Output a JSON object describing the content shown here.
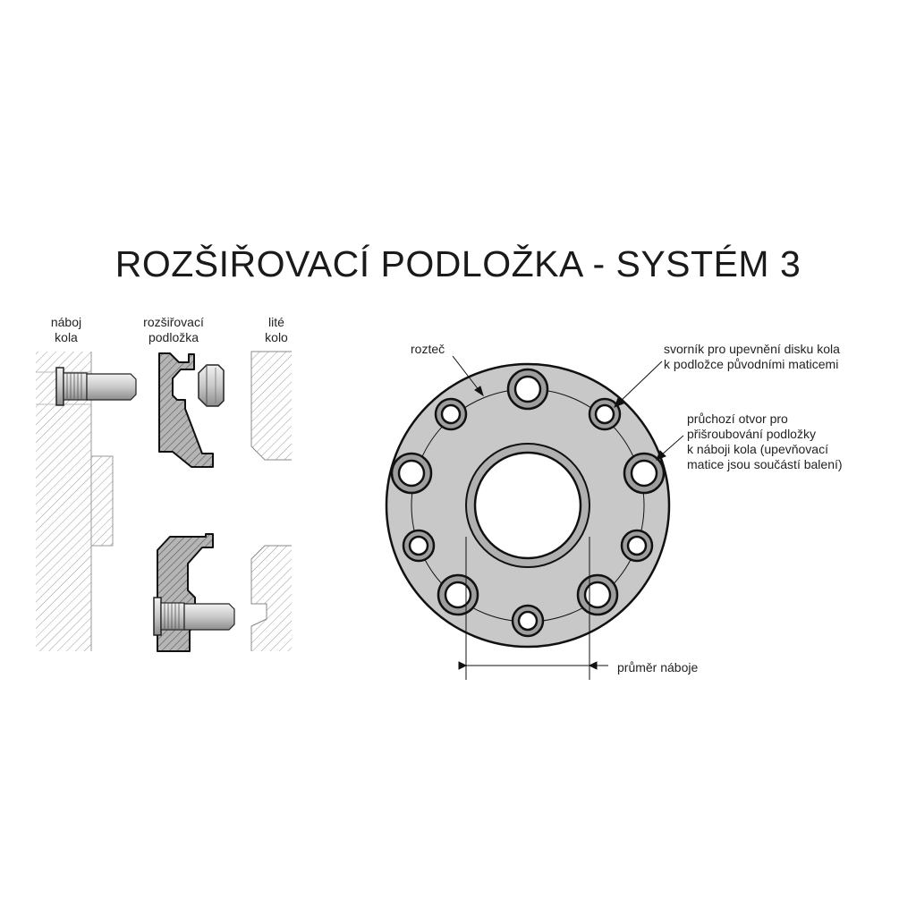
{
  "title": "ROZŠIŘOVACÍ PODLOŽKA - SYSTÉM 3",
  "left_labels": {
    "hub": [
      "náboj",
      "kola"
    ],
    "spacer": [
      "rozšiřovací",
      "podložka"
    ],
    "wheel": [
      "lité",
      "kolo"
    ]
  },
  "right_labels": {
    "pitch": "rozteč",
    "stud": [
      "svorník pro upevnění disku kola",
      "k podložce původními maticemi"
    ],
    "through_hole": [
      "průchozí otvor pro",
      "přišroubování podložky",
      "k náboji kola (upevňovací",
      "matice jsou součástí balení)"
    ],
    "hub_diameter": "průměr náboje"
  },
  "colors": {
    "spacer_fill": "#c8c8c8",
    "hatch": "#8a8a8a",
    "outline": "#111111",
    "bore": "#ffffff"
  }
}
